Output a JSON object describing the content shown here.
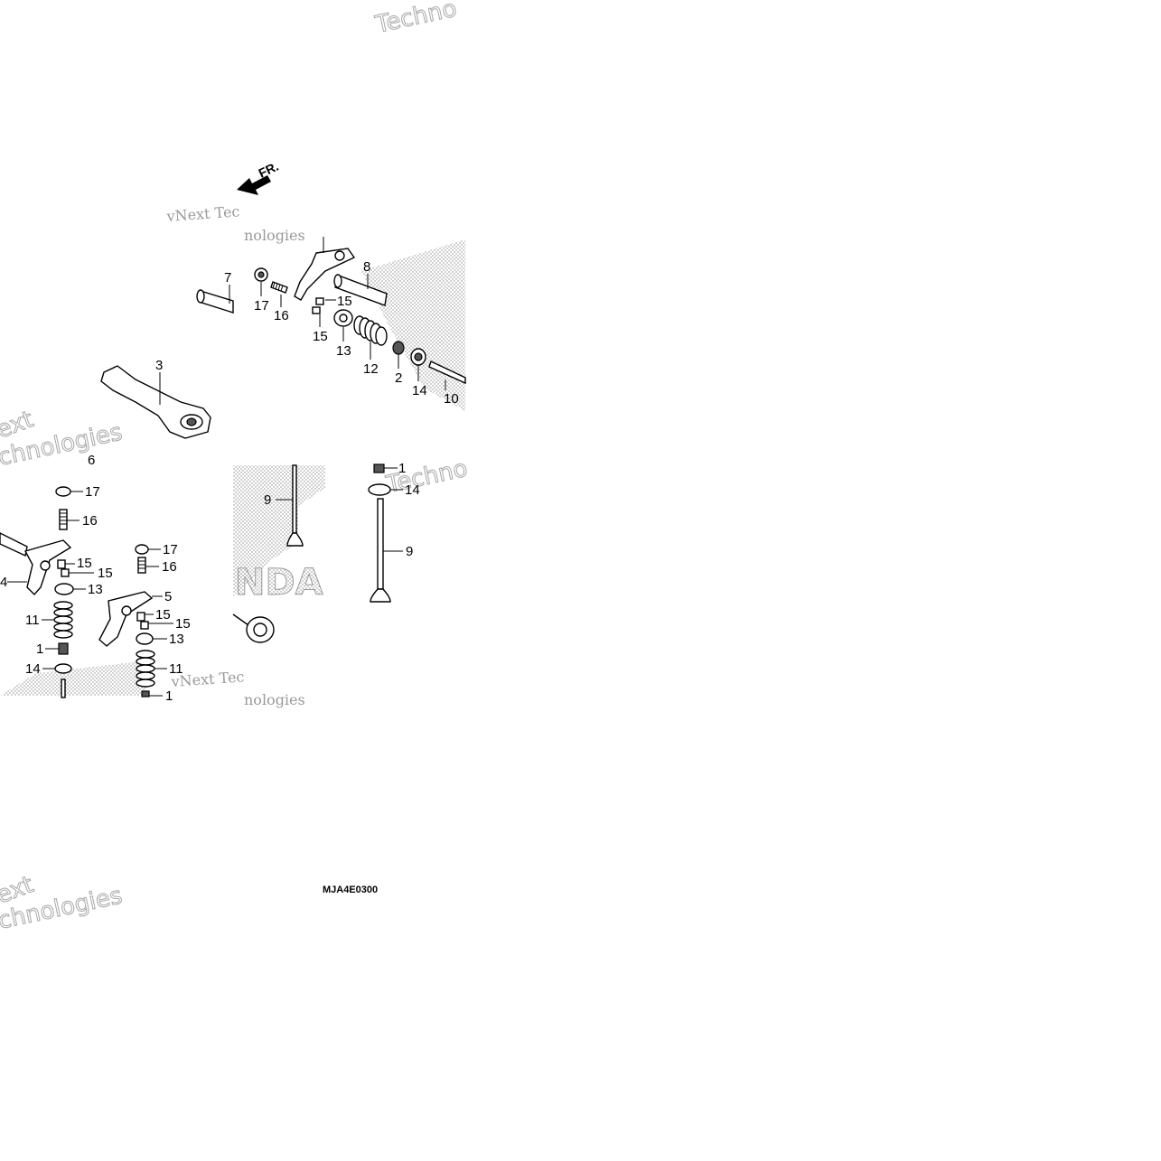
{
  "direction_label": "FR.",
  "diagram_code": "MJA4E0300",
  "callouts": {
    "c7": "7",
    "c8": "8",
    "c17a": "17",
    "c16a": "16",
    "c15a": "15",
    "c15b": "15",
    "c13a": "13",
    "c12": "12",
    "c2": "2",
    "c14a": "14",
    "c10": "10",
    "c3": "3",
    "c6": "6",
    "c17b": "17",
    "c16b": "16",
    "c4": "4",
    "c15c": "15",
    "c15d": "15",
    "c13b": "13",
    "c11a": "11",
    "c1a": "1",
    "c14b": "14",
    "c17c": "17",
    "c16c": "16",
    "c5": "5",
    "c15e": "15",
    "c15f": "15",
    "c13c": "13",
    "c11b": "11",
    "c1b": "1",
    "c9a": "9",
    "c1c": "1",
    "c14c": "14",
    "c9b": "9"
  },
  "watermarks": {
    "w1": "Techno",
    "w2": "vNext Tec",
    "w3": "nologies",
    "w4": "ext",
    "w5": "chnologies",
    "w6": "Techno",
    "w7": "vNext Tec",
    "w8": "nologies",
    "w9": "ext",
    "w10": "chnologies"
  },
  "background_text": "NDA"
}
